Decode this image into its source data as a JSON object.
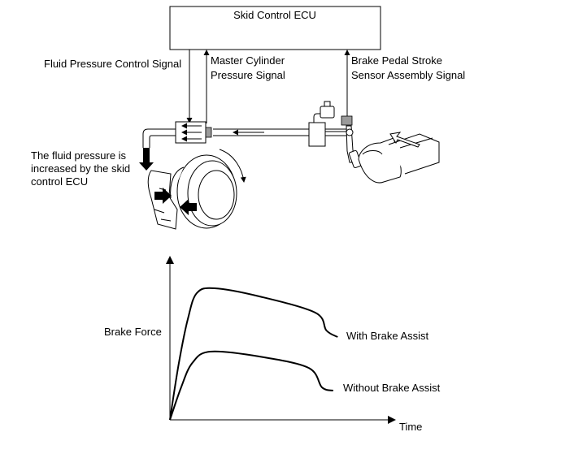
{
  "diagram": {
    "ecu_label": "Skid Control ECU",
    "fluid_pressure_signal": "Fluid Pressure Control Signal",
    "master_cylinder_signal": [
      "Master Cylinder",
      "Pressure Signal"
    ],
    "pedal_stroke_signal": [
      "Brake Pedal Stroke",
      "Sensor Assembly Signal"
    ],
    "fluid_note": [
      "The fluid pressure is",
      "increased by the skid",
      "control ECU"
    ]
  },
  "graph": {
    "ylabel": "Brake Force",
    "xlabel": "Time",
    "curve_with": "With Brake Assist",
    "curve_without": "Without Brake Assist"
  },
  "chart_data": {
    "type": "line",
    "title": "",
    "xlabel": "Time",
    "ylabel": "Brake Force",
    "series": [
      {
        "name": "With Brake Assist",
        "x": [
          0,
          0.04,
          0.08,
          0.12,
          0.2,
          0.4,
          0.65,
          0.7,
          0.75
        ],
        "y": [
          0,
          0.35,
          0.62,
          0.78,
          0.81,
          0.76,
          0.66,
          0.55,
          0.51
        ]
      },
      {
        "name": "Without Brake Assist",
        "x": [
          0,
          0.05,
          0.1,
          0.18,
          0.4,
          0.62,
          0.68,
          0.73
        ],
        "y": [
          0,
          0.2,
          0.35,
          0.42,
          0.39,
          0.32,
          0.2,
          0.18
        ]
      }
    ]
  }
}
